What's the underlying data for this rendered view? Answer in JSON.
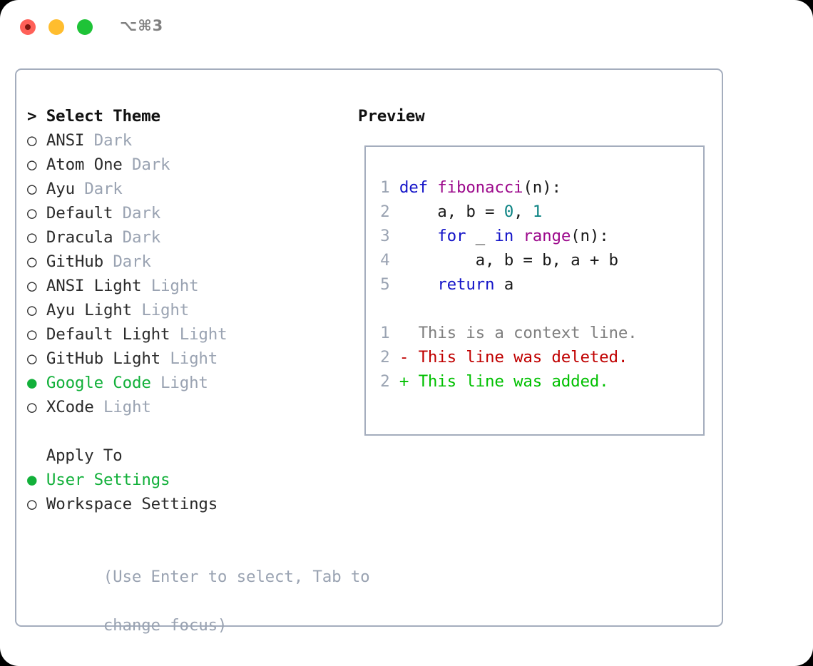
{
  "window": {
    "shortcut_label": "⌥⌘3",
    "traffic_lights": [
      "close",
      "minimize",
      "maximize"
    ],
    "colors": {
      "close": "#ff6058",
      "minimize": "#ffbd2e",
      "maximize": "#1ec337",
      "panel_border": "#a4adbd",
      "accent_green": "#12b03a",
      "muted": "#9aa3b2"
    }
  },
  "theme_list": {
    "header": "> Select Theme",
    "items": [
      {
        "marker": "○",
        "name": "ANSI",
        "tag": "Dark",
        "selected": false
      },
      {
        "marker": "○",
        "name": "Atom One",
        "tag": "Dark",
        "selected": false
      },
      {
        "marker": "○",
        "name": "Ayu",
        "tag": "Dark",
        "selected": false
      },
      {
        "marker": "○",
        "name": "Default",
        "tag": "Dark",
        "selected": false
      },
      {
        "marker": "○",
        "name": "Dracula",
        "tag": "Dark",
        "selected": false
      },
      {
        "marker": "○",
        "name": "GitHub",
        "tag": "Dark",
        "selected": false
      },
      {
        "marker": "○",
        "name": "ANSI Light",
        "tag": "Light",
        "selected": false
      },
      {
        "marker": "○",
        "name": "Ayu Light",
        "tag": "Light",
        "selected": false
      },
      {
        "marker": "○",
        "name": "Default Light",
        "tag": "Light",
        "selected": false
      },
      {
        "marker": "○",
        "name": "GitHub Light",
        "tag": "Light",
        "selected": false
      },
      {
        "marker": "●",
        "name": "Google Code",
        "tag": "Light",
        "selected": true
      },
      {
        "marker": "○",
        "name": "XCode",
        "tag": "Light",
        "selected": false
      }
    ]
  },
  "apply_to": {
    "label": "Apply To",
    "items": [
      {
        "marker": "●",
        "name": "User Settings",
        "selected": true
      },
      {
        "marker": "○",
        "name": "Workspace Settings",
        "selected": false
      }
    ]
  },
  "hint": {
    "line1": "(Use Enter to select, Tab to",
    "line2": "change focus)"
  },
  "preview": {
    "title": "Preview",
    "code_lines": [
      {
        "num": "1",
        "segments": [
          {
            "text": "def ",
            "style": "kw"
          },
          {
            "text": "fibonacci",
            "style": "fn"
          },
          {
            "text": "(n):",
            "style": "pln"
          }
        ]
      },
      {
        "num": "2",
        "segments": [
          {
            "text": "    a, b = ",
            "style": "pln"
          },
          {
            "text": "0",
            "style": "num"
          },
          {
            "text": ", ",
            "style": "pln"
          },
          {
            "text": "1",
            "style": "num"
          }
        ]
      },
      {
        "num": "3",
        "segments": [
          {
            "text": "    ",
            "style": "pln"
          },
          {
            "text": "for",
            "style": "kw"
          },
          {
            "text": " _ ",
            "style": "pln"
          },
          {
            "text": "in",
            "style": "kw"
          },
          {
            "text": " ",
            "style": "pln"
          },
          {
            "text": "range",
            "style": "fn"
          },
          {
            "text": "(n):",
            "style": "pln"
          }
        ]
      },
      {
        "num": "4",
        "segments": [
          {
            "text": "        a, b = b, a + b",
            "style": "pln"
          }
        ]
      },
      {
        "num": "5",
        "segments": [
          {
            "text": "    ",
            "style": "pln"
          },
          {
            "text": "return",
            "style": "kw"
          },
          {
            "text": " a",
            "style": "pln"
          }
        ]
      }
    ],
    "diff_lines": [
      {
        "num": "1",
        "text": "   This is a context line.",
        "style": "ctx"
      },
      {
        "num": "2",
        "text": " - This line was deleted.",
        "style": "del"
      },
      {
        "num": "2",
        "text": " + This line was added.",
        "style": "add"
      }
    ]
  }
}
